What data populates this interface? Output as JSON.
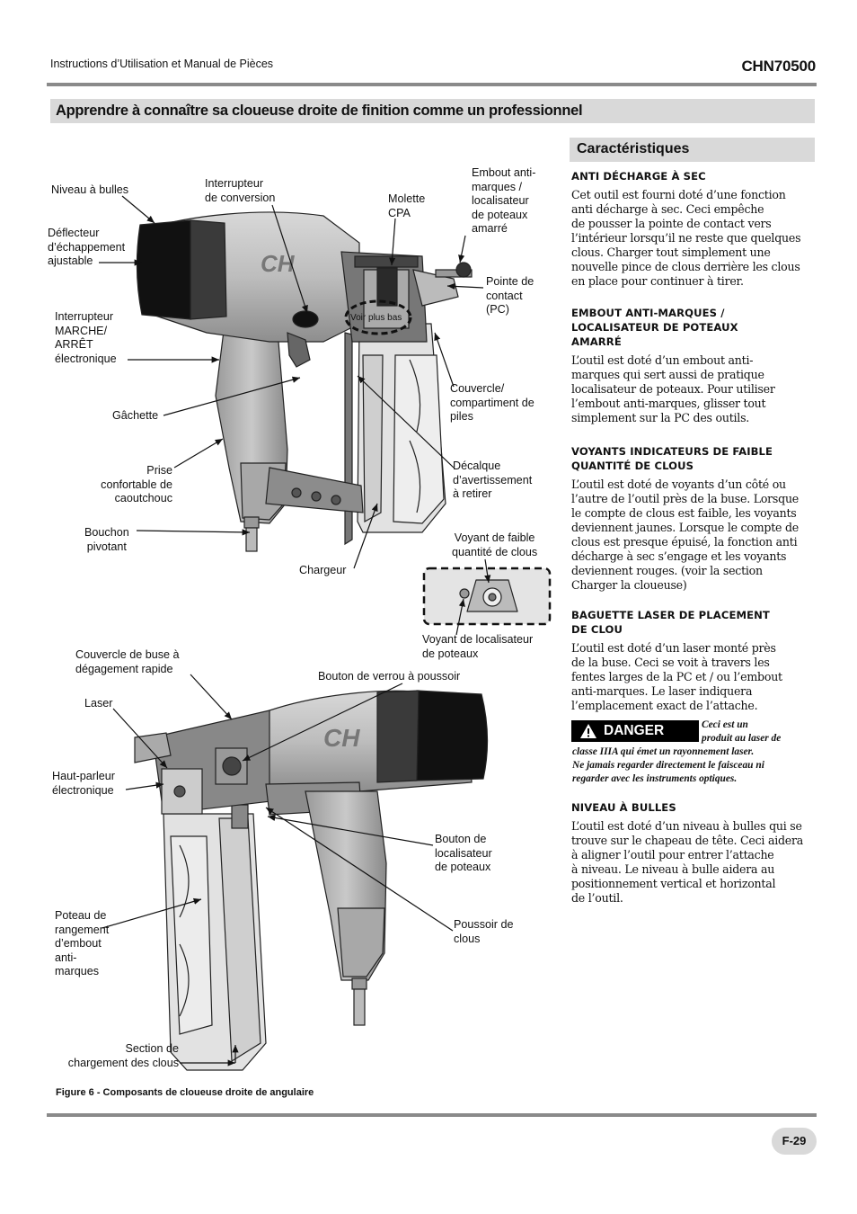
{
  "header": {
    "left": "Instructions d’Utilisation et Manual de Pièces",
    "model": "CHN70500"
  },
  "title": "Apprendre à connaître sa cloueuse droite de finition comme un professionnel",
  "features": {
    "heading": "Caractéristiques",
    "sections": [
      {
        "heading": "ANTI DÉCHARGE À SEC",
        "text": "Cet outil est fourni doté d’une fonction\nanti décharge à sec. Ceci empêche\nde pousser la pointe de contact vers\nl’intérieur lorsqu’il ne reste que quelques\nclous. Charger tout simplement une\nnouvelle pince de clous derrière les clous\nen place pour continuer à tirer."
      },
      {
        "heading": "EMBOUT ANTI-MARQUES /\nLOCALISATEUR DE POTEAUX\nAMARRÉ",
        "text": "L’outil est doté d’un embout anti-\nmarques qui sert aussi de pratique\nlocalisateur de poteaux. Pour utiliser\nl’embout anti-marques, glisser tout\nsimplement sur la PC des outils."
      },
      {
        "heading": "VOYANTS INDICATEURS DE FAIBLE\nQUANTITÉ DE CLOUS",
        "text": "L’outil est doté de voyants d’un côté ou\nl’autre de l’outil près de la buse. Lorsque\nle compte de clous est faible, les voyants\ndeviennent jaunes. Lorsque le compte de\nclous est presque épuisé, la fonction anti\ndécharge à sec s’engage et les voyants\ndeviennent rouges. (voir la section\nCharger la cloueuse)"
      },
      {
        "heading": "BAGUETTE LASER DE PLACEMENT\nDE CLOU",
        "text": "L’outil est doté d’un laser monté près\nde la buse. Ceci se voit à travers les\nfentes larges de la PC et / ou l’embout\nanti-marques. Le laser indiquera\nl’emplacement exact de l’attache."
      },
      {
        "heading": "NIVEAU À BULLES",
        "text": "L’outil est doté d’un niveau à bulles qui se\ntrouve sur le chapeau de tête. Ceci aidera\nà aligner l’outil pour entrer l’attache\nà niveau. Le niveau à bulle aidera au\npositionnement vertical et horizontal\nde l’outil."
      }
    ],
    "danger": {
      "label": "DANGER",
      "line1": "Ceci est un",
      "line2": "produit au laser de",
      "line3": "classe IIIA qui émet un rayonnement laser.",
      "line4": "Ne jamais regarder directement le faisceau ni",
      "line5": "regarder avec les instruments optiques."
    }
  },
  "figure": {
    "labels_top": {
      "niveau": "Niveau à bulles",
      "interrupteur_conv": "Interrupteur\nde conversion",
      "molette": "Molette\nCPA",
      "embout": "Embout anti-\nmarques /\nlocalisateur\nde poteaux\namarré",
      "deflecteur": "Déflecteur\nd’échappement\najustable",
      "pointe": "Pointe de\ncontact\n(PC)",
      "voir": "Voir plus bas",
      "interrupteur_marche": "Interrupteur\nMARCHE/\nARRÊT\nélectronique",
      "couvercle": "Couvercle/\ncompartiment de\npiles",
      "gachette": "Gâchette",
      "decalque": "Décalque\nd’avertissement\nà retirer",
      "prise": "Prise\nconfortable de\ncaoutchouc",
      "bouchon": "Bouchon\npivotant",
      "voyant_faible": "Voyant de faible\nquantité de clous",
      "chargeur": "Chargeur",
      "voyant_loc": "Voyant de localisateur\nde poteaux"
    },
    "labels_bottom": {
      "couvercle_buse": "Couvercle de buse à\ndégagement rapide",
      "bouton_verrou": "Bouton de verrou à poussoir",
      "laser": "Laser",
      "haut_parleur": "Haut-parleur\nélectronique",
      "bouton_loc": "Bouton de\nlocalisateur\nde poteaux",
      "poteau": "Poteau de\nrangement\nd’embout\nanti-\nmarques",
      "poussoir": "Poussoir de\nclous",
      "section": "Section de\nchargement des clous"
    },
    "brand_mark": "CH",
    "caption": "Figure 6 - Composants de cloueuse droite de angulaire"
  },
  "page_number": "F-29"
}
